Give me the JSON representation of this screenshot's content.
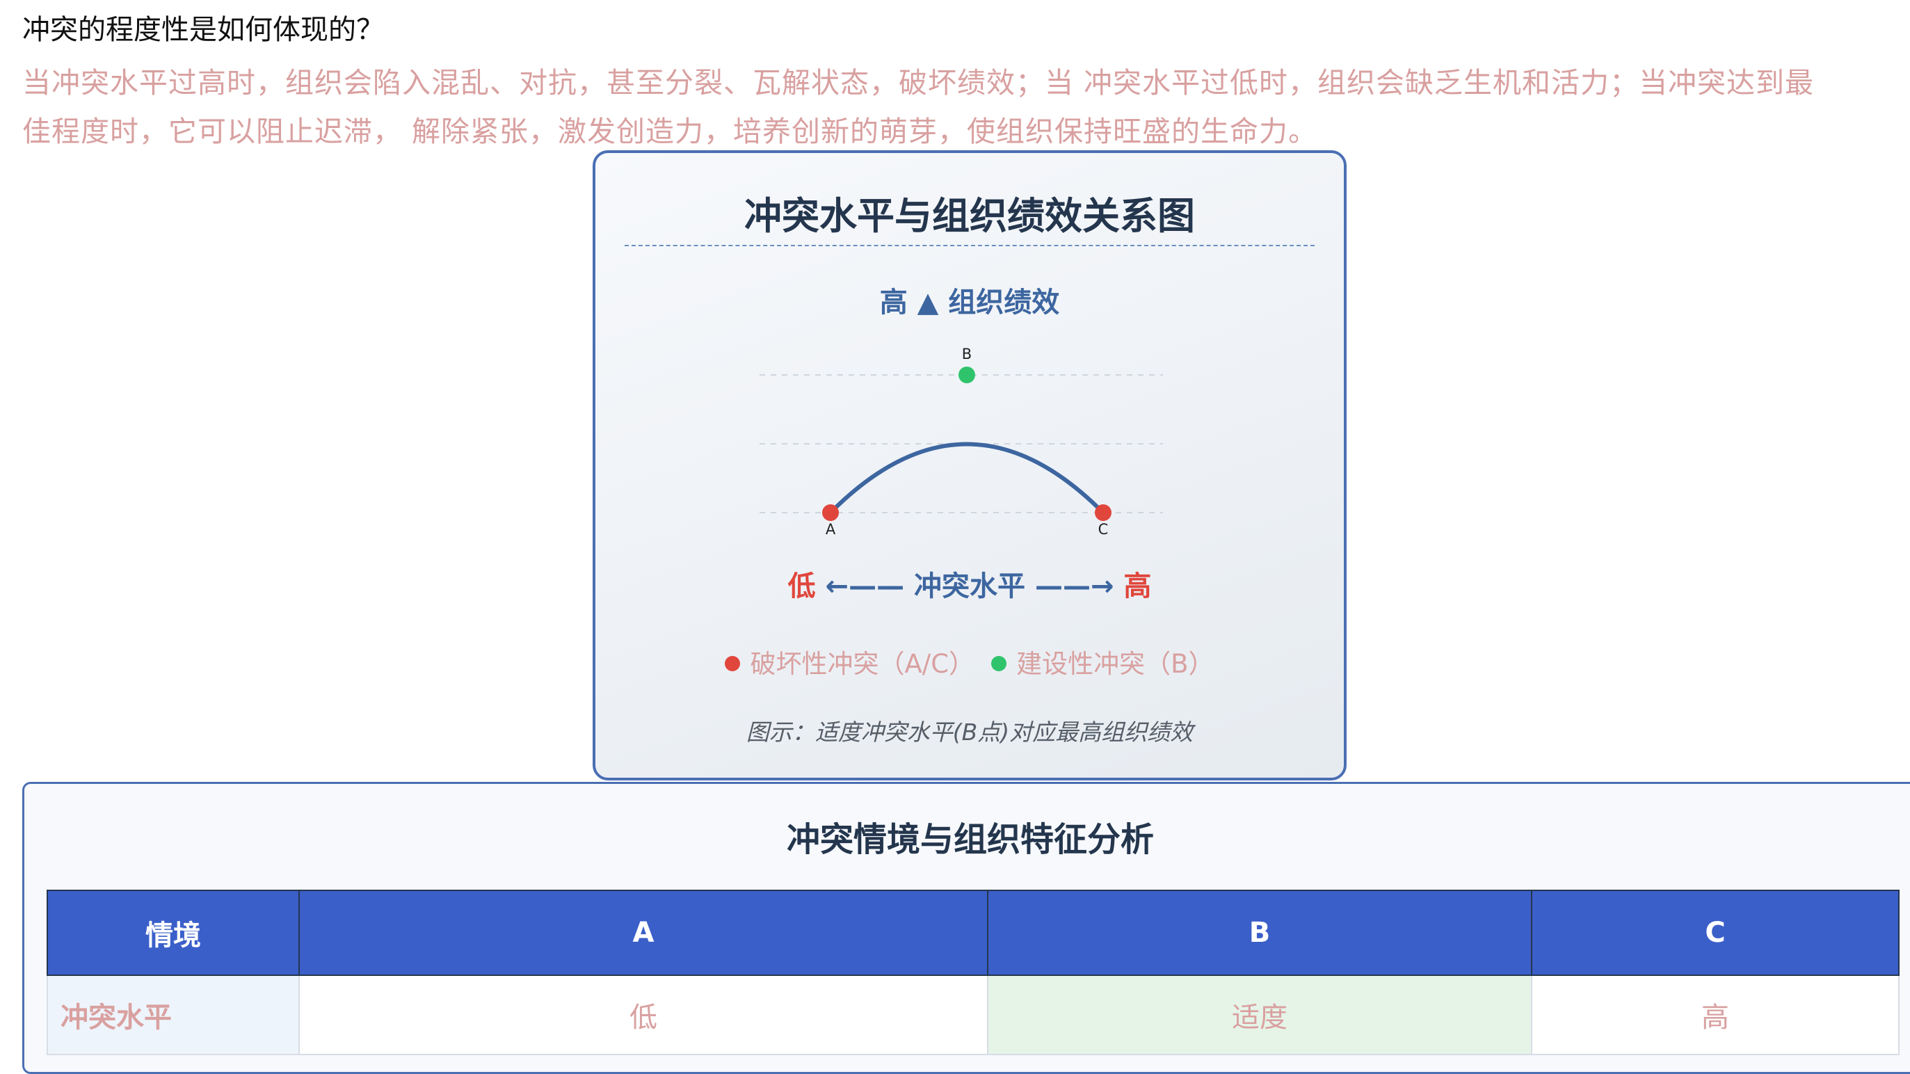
{
  "question": "冲突的程度性是如何体现的？",
  "answer_lines": [
    "当冲突水平过高时，组织会陷入混乱、对抗，甚至分裂、瓦解状态，破坏绩效；当 冲突水平过低时，组织会缺乏生机和活力；当冲突达到最",
    "佳程度时，它可以阻止迟滞， 解除紧张，激发创造力，培养创新的萌芽，使组织保持旺盛的生命力。"
  ],
  "chart_card": {
    "title": "冲突水平与组织绩效关系图",
    "y_axis": "高 ▲ 组织绩效",
    "x_axis": {
      "low": "低",
      "left_arrow": "←——",
      "label": "冲突水平",
      "right_arrow": "——→",
      "high": "高"
    },
    "legend": {
      "destructive": "破坏性冲突（A/C）",
      "constructive": "建设性冲突（B）"
    },
    "caption": "图示：适度冲突水平(B点)对应最高组织绩效",
    "colors": {
      "curve": "#3d66a0",
      "destructive": "#e0463c",
      "constructive": "#2fc46c"
    }
  },
  "chart_data": {
    "type": "line",
    "points": [
      {
        "label": "A",
        "conflict": "低",
        "kind": "destructive"
      },
      {
        "label": "B",
        "conflict": "适度",
        "kind": "constructive"
      },
      {
        "label": "C",
        "conflict": "高",
        "kind": "destructive"
      }
    ],
    "xlabel": "冲突水平",
    "ylabel": "组织绩效",
    "grid": true
  },
  "table_card": {
    "title": "冲突情境与组织特征分析",
    "headers": [
      "情境",
      "A",
      "B",
      "C"
    ],
    "rows": [
      [
        "冲突水平",
        "低",
        "适度",
        "高"
      ]
    ]
  }
}
